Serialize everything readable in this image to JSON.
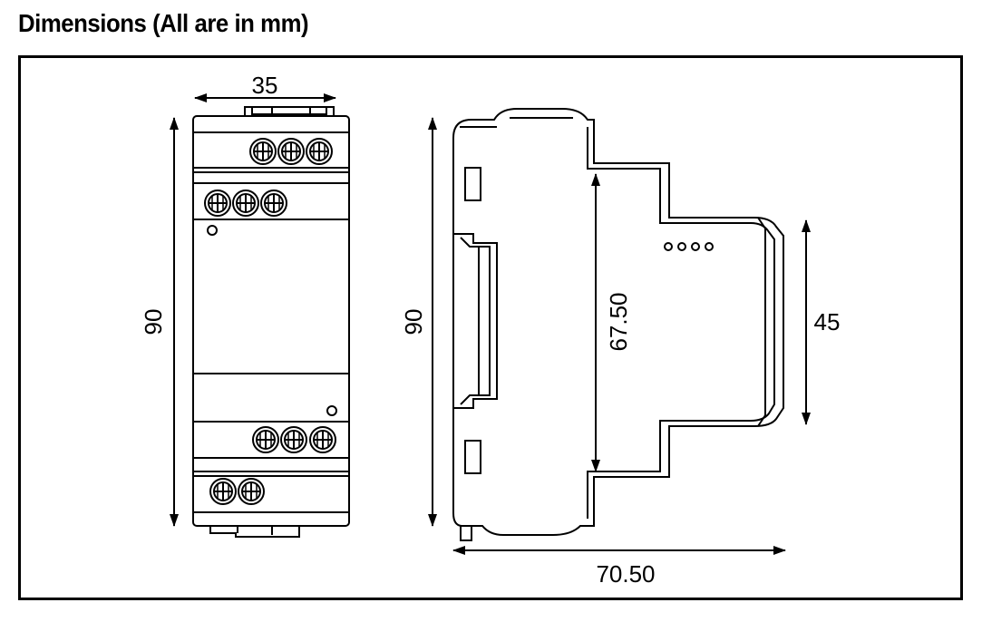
{
  "header": {
    "title": "Dimensions (All are in mm)"
  },
  "dimensions": {
    "front_width": "35",
    "front_height": "90",
    "side_height": "90",
    "rail_spacing": "67.50",
    "front_face": "45",
    "depth": "70.50"
  },
  "colors": {
    "line": "#000000",
    "background": "#ffffff"
  }
}
